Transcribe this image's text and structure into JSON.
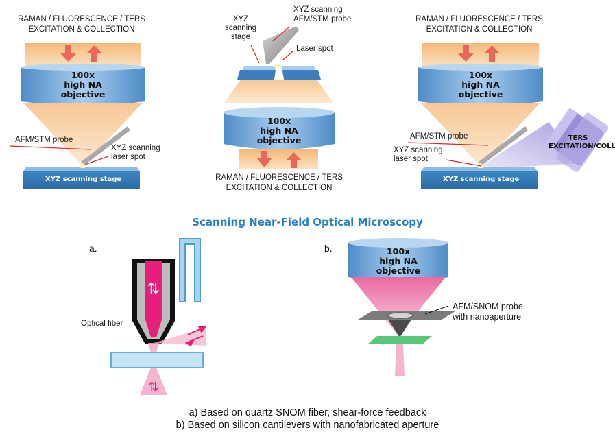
{
  "panel_left": {
    "heading_line1": "RAMAN / FLUORESCENCE / TERS",
    "heading_line2": "EXCITATION & COLLECTION",
    "objective": [
      "100x",
      "high NA",
      "objective"
    ],
    "probe_label": "AFM/STM probe",
    "laser_label_line1": "XYZ scanning",
    "laser_label_line2": "laser spot",
    "stage_label": "XYZ scanning stage"
  },
  "panel_middle": {
    "stage_label_line1": "XYZ",
    "stage_label_line2": "scanning",
    "stage_label_line3": "stage",
    "probe_label_line1": "XYZ scanning",
    "probe_label_line2": "AFM/STM probe",
    "laser_label": "Laser spot",
    "objective": [
      "100x",
      "high NA",
      "objective"
    ],
    "footer_line1": "RAMAN / FLUORESCENCE / TERS",
    "footer_line2": "EXCITATION & COLLECTION"
  },
  "panel_right": {
    "heading_line1": "RAMAN / FLUORESCENCE / TERS",
    "heading_line2": "EXCITATION & COLLECTION",
    "objective": [
      "100x",
      "high NA",
      "objective"
    ],
    "probe_label": "AFM/STM probe",
    "laser_label_line1": "XYZ scanning",
    "laser_label_line2": "laser spot",
    "ters_line1": "TERS",
    "ters_line2": "EXCITATION/COLLECTION",
    "stage_label": "XYZ scanning stage"
  },
  "snom": {
    "title": "Scanning Near-Field Optical Microscopy",
    "a_tag": "a.",
    "fiber_label": "Optical fiber",
    "b_tag": "b.",
    "objective": [
      "100x",
      "high NA",
      "objective"
    ],
    "probe_label_line1": "AFM/SNOM probe",
    "probe_label_line2": "with nanoaperture",
    "caption_a": "a) Based on quartz SNOM fiber, shear-force feedback",
    "caption_b": "b) Based on silicon cantilevers with nanofabricated aperture"
  },
  "colors": {
    "objective_blue": "#6fa6d9",
    "beam_orange": "#f7c48a",
    "arrow_red": "#e8665a",
    "stage_blue": "#3b7fb8",
    "title_blue": "#2a7fc0",
    "magenta": "#e6207a",
    "green_stage": "#59c77a"
  }
}
